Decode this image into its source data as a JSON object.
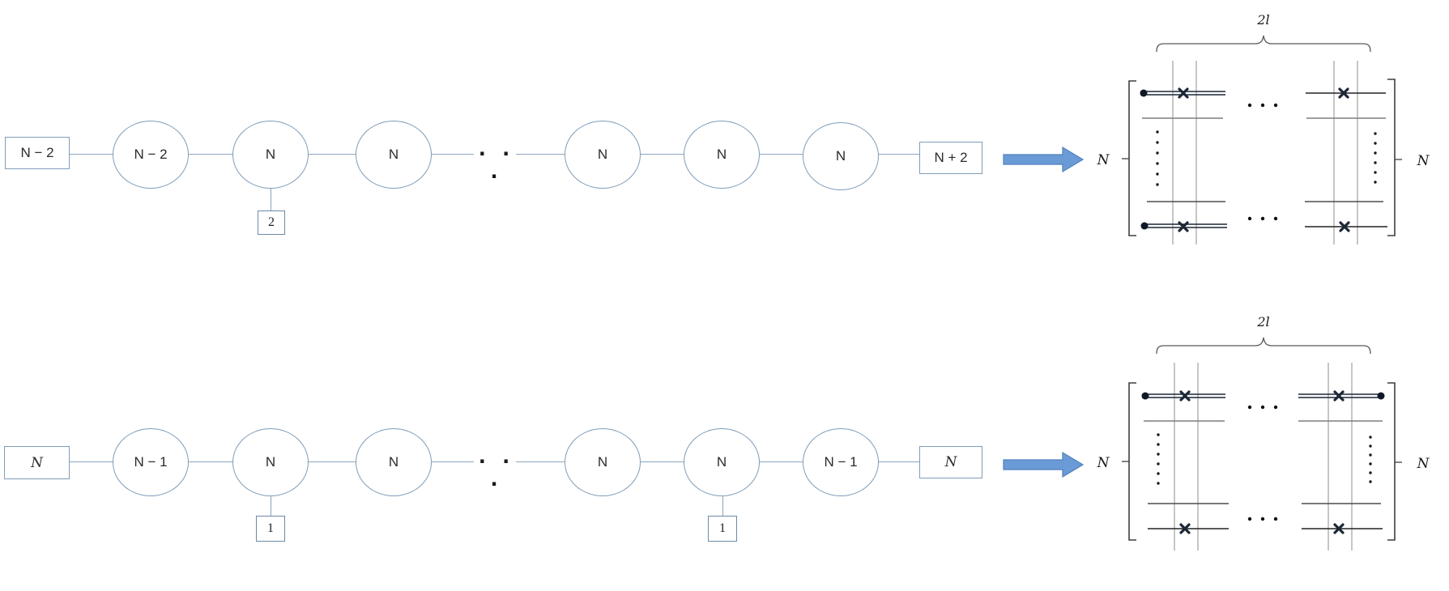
{
  "top_quiver": {
    "left_square": "N − 2",
    "circles": [
      "N − 2",
      "N",
      "N",
      "N",
      "N",
      "N"
    ],
    "dots": "· · ·",
    "pendant": "2",
    "right_square": "N + 2"
  },
  "bottom_quiver": {
    "left_square": "N",
    "circles": [
      "N − 1",
      "N",
      "N",
      "N",
      "N",
      "N − 1"
    ],
    "dots": "· · ·",
    "pendant_left": "1",
    "pendant_right": "1",
    "right_square": "N"
  },
  "top_matrix": {
    "width_label": "2l",
    "left_label": "N",
    "right_label": "N"
  },
  "bottom_matrix": {
    "width_label": "2l",
    "left_label": "N",
    "right_label": "N"
  },
  "colors": {
    "node_stroke": "#7f9db9",
    "connector": "#8aa5bf",
    "arrow_fill": "#6b9bd7",
    "arrow_edge": "#4f81bd",
    "ink_dark": "#1c2736",
    "line_gray": "#7f7f7f",
    "bracket": "#3f3f3f"
  }
}
